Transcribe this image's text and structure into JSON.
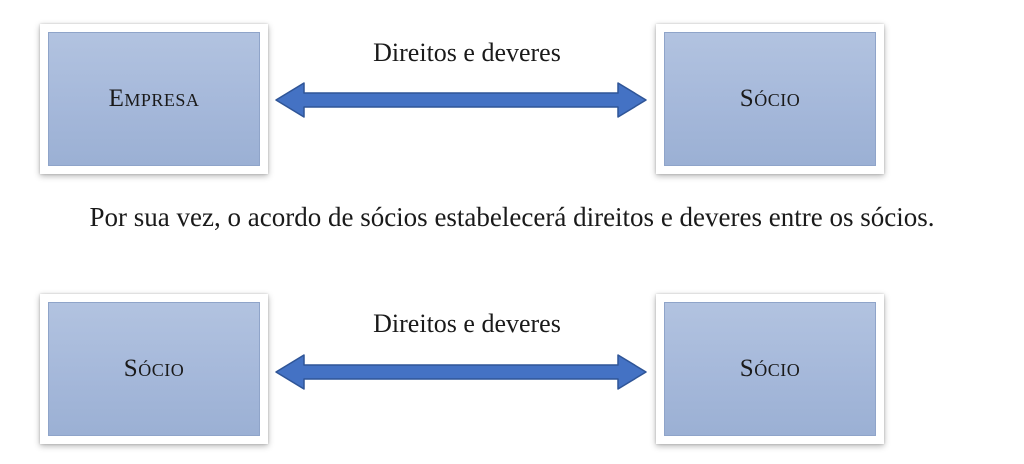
{
  "diagram_top": {
    "left_box": "Empresa",
    "right_box": "Sócio",
    "arrow_label": "Direitos e deveres"
  },
  "paragraph": "Por sua vez, o acordo de sócios estabelecerá direitos e deveres entre os sócios.",
  "diagram_bottom": {
    "left_box": "Sócio",
    "right_box": "Sócio",
    "arrow_label": "Direitos e deveres"
  },
  "colors": {
    "box_fill": "#a5b8da",
    "arrow_fill": "#4472c4",
    "arrow_stroke": "#2f5597"
  },
  "icons": {
    "relationship": "double-arrow-icon"
  }
}
